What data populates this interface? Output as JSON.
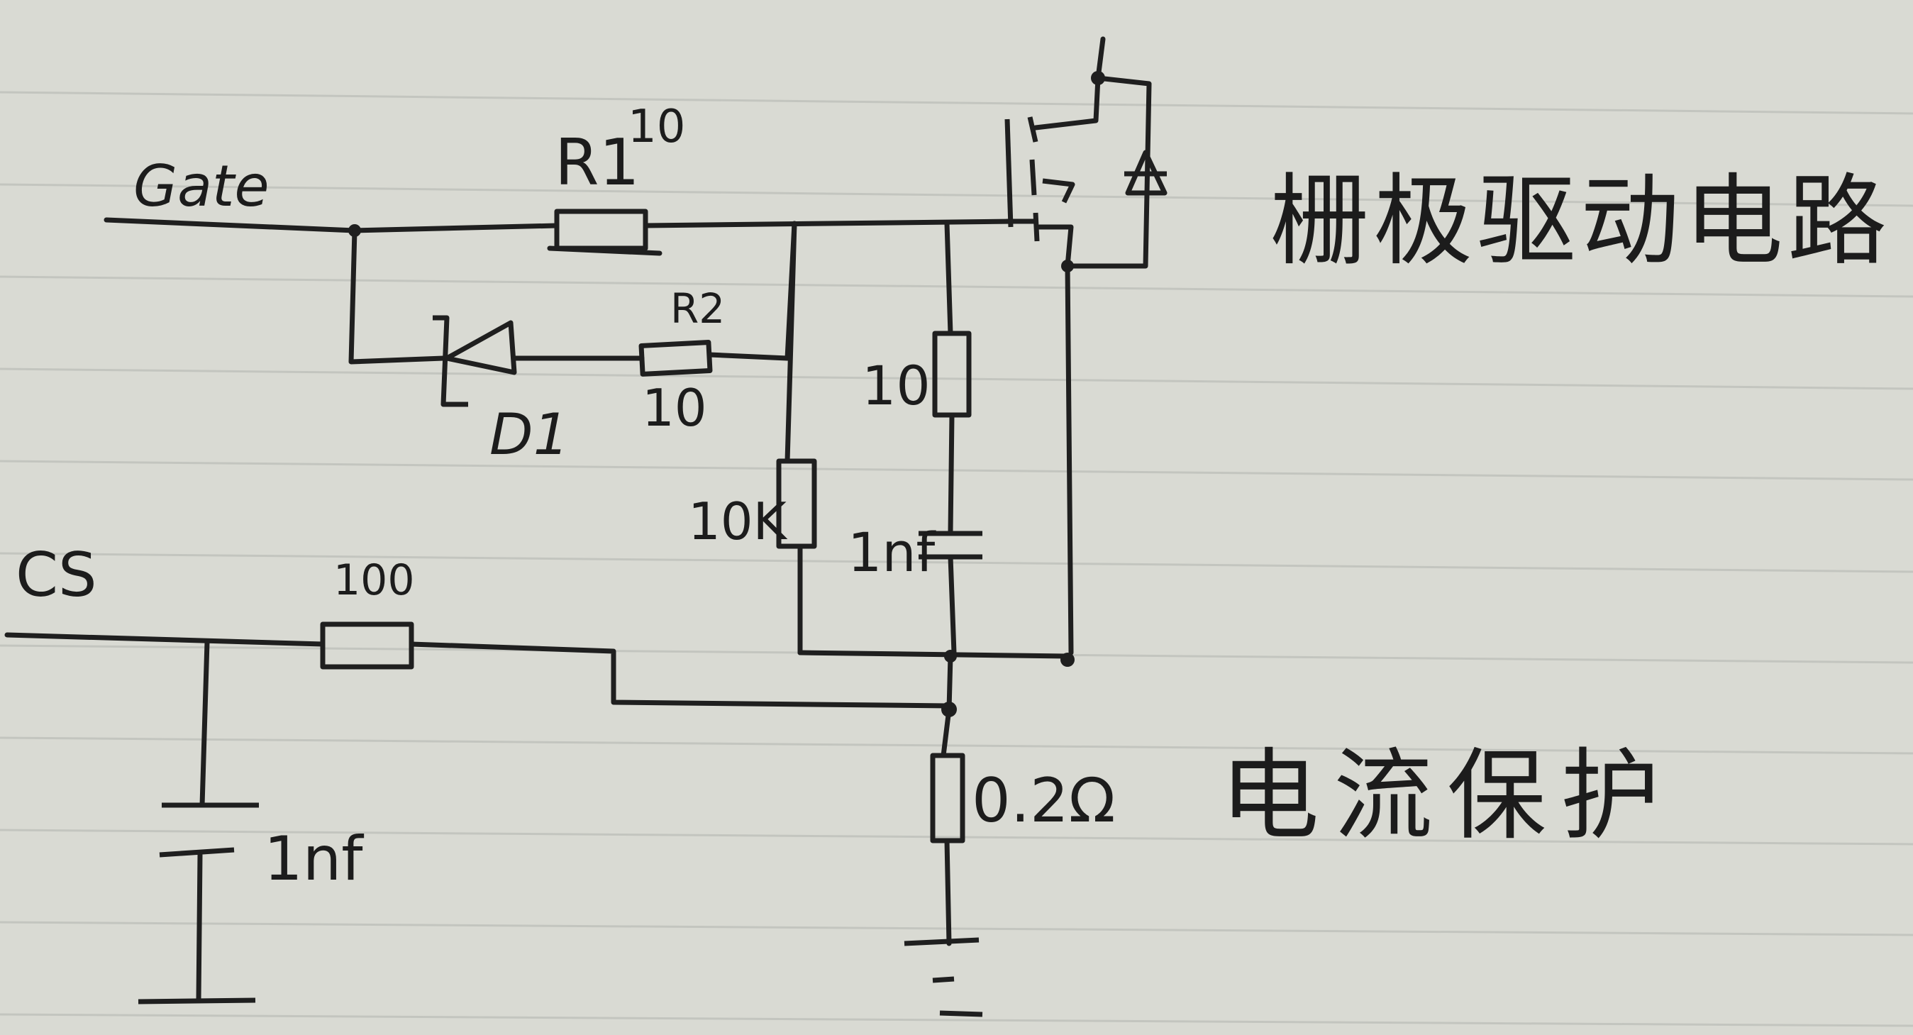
{
  "labels": {
    "gate": "Gate",
    "r1": "R1",
    "r1_value": "10",
    "r2": "R2",
    "r2_value": "10",
    "d1": "D1",
    "r_10k": "10K",
    "r_10": "10",
    "c_1nf_snubber": "1nf",
    "cs": "CS",
    "r_100": "100",
    "c_1nf_cs": "1nf",
    "shunt": "0.2Ω",
    "title_gate_drive": "栅极驱动电路",
    "title_current_protection": "电流保护"
  },
  "colors": {
    "paper": "#d9dad3",
    "ink": "#1f1f1f",
    "ruled_line": "#c3c5bf"
  }
}
